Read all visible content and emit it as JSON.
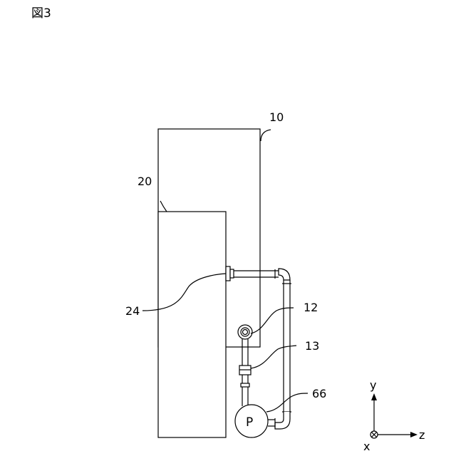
{
  "figure": {
    "title": "図3"
  },
  "labels": {
    "box_10": "10",
    "box_20": "20",
    "port_24": "24",
    "fitting_12": "12",
    "valve_13": "13",
    "pump_66": "66",
    "pump_symbol": "P"
  },
  "axes": {
    "y": "y",
    "z": "z",
    "x": "x"
  }
}
